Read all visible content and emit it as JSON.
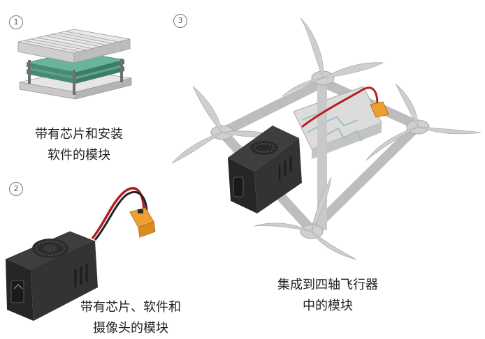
{
  "steps": [
    {
      "number": "1",
      "caption_lines": [
        "带有芯片和安装",
        "软件的模块"
      ]
    },
    {
      "number": "2",
      "caption_lines": [
        "带有芯片、软件和",
        "摄像头的模块"
      ]
    },
    {
      "number": "3",
      "caption_lines": [
        "集成到四轴飞行器",
        "中的模块"
      ]
    }
  ],
  "colors": {
    "module_body": "#3c3c3c",
    "module_dark": "#262626",
    "heatsink": "#d9d9d9",
    "pcb": "#5aa38a",
    "cable_red": "#b51e1e",
    "connector": "#f0a030",
    "drone_frame": "#bdbdbd"
  }
}
